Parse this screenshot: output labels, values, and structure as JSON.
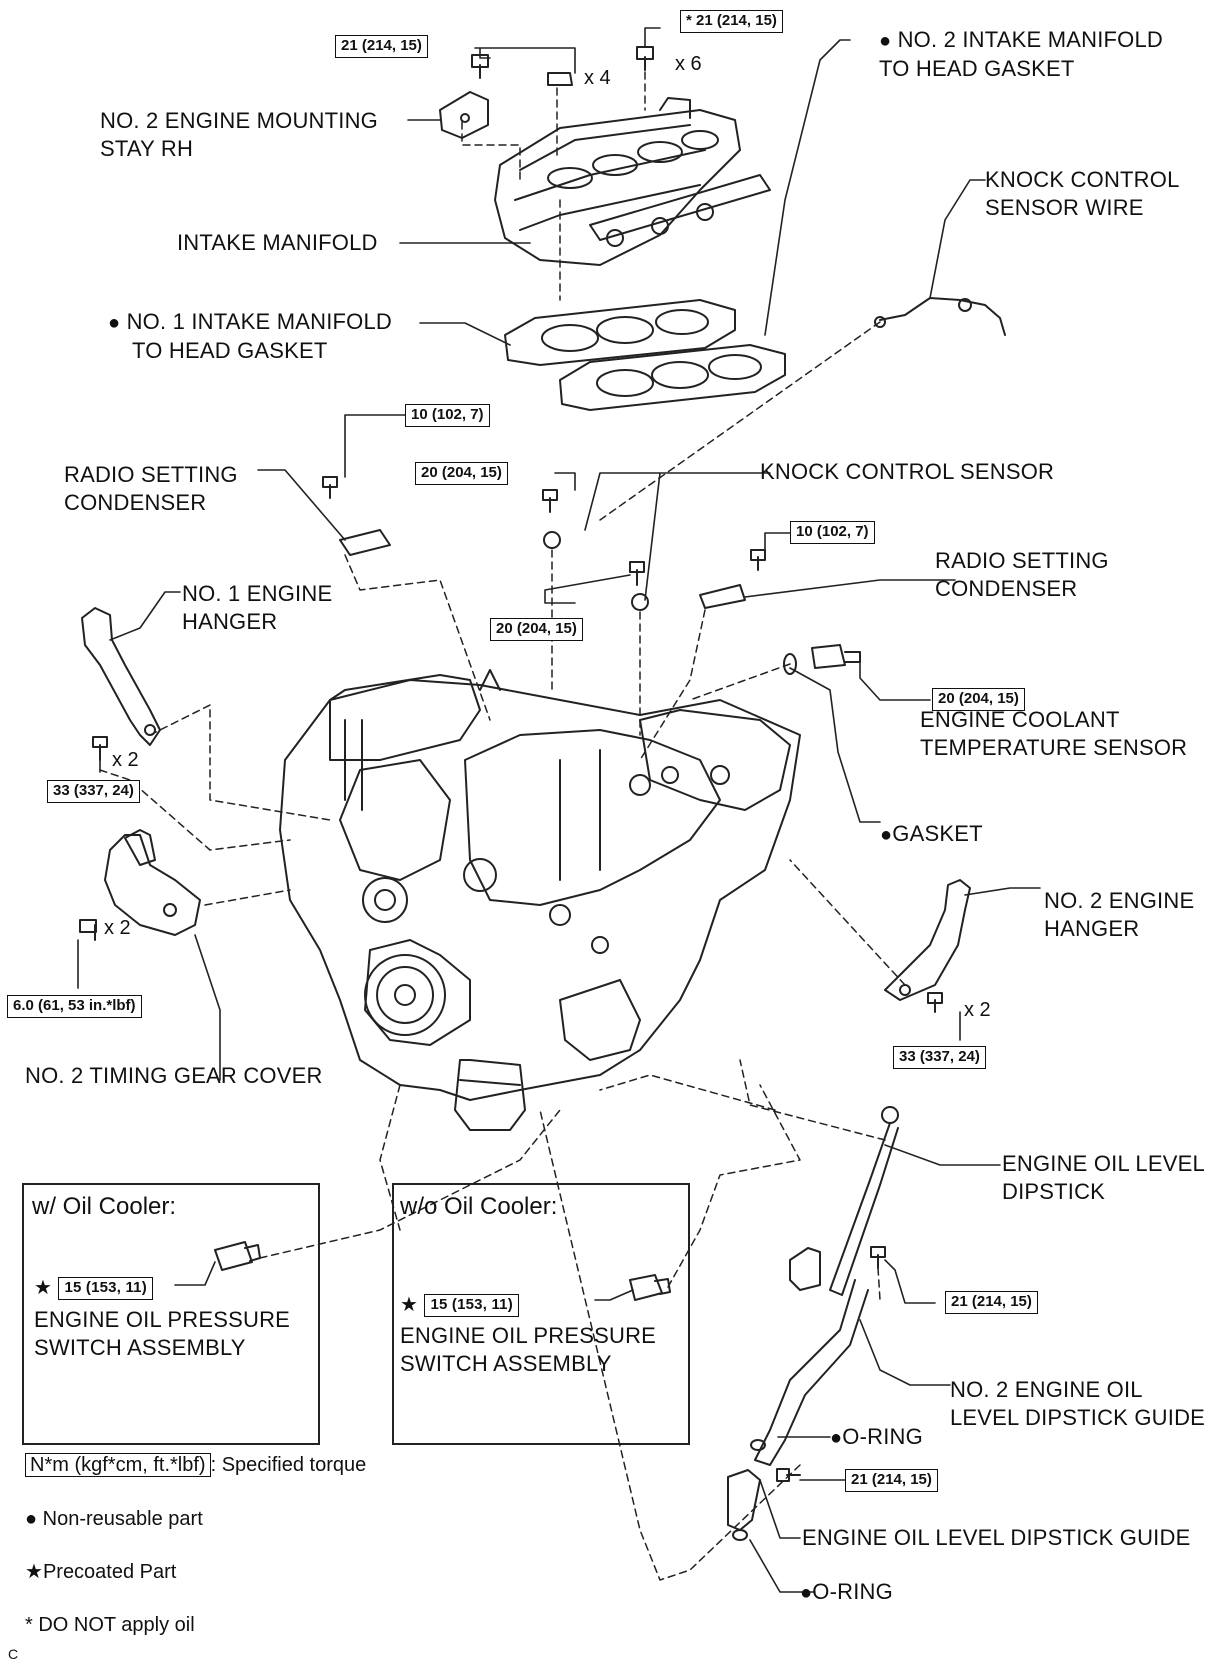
{
  "labels": {
    "no2_intake_gasket": [
      "NO. 2 INTAKE MANIFOLD",
      "TO HEAD GASKET"
    ],
    "engine_mounting_stay": [
      "NO. 2 ENGINE MOUNTING",
      "STAY RH"
    ],
    "knock_control_sensor_wire": [
      "KNOCK CONTROL",
      "SENSOR WIRE"
    ],
    "intake_manifold": "INTAKE MANIFOLD",
    "no1_intake_gasket": [
      "NO. 1 INTAKE MANIFOLD",
      "TO HEAD GASKET"
    ],
    "radio_setting_condenser_left": [
      "RADIO SETTING",
      "CONDENSER"
    ],
    "knock_control_sensor": "KNOCK CONTROL SENSOR",
    "radio_setting_condenser_right": [
      "RADIO SETTING",
      "CONDENSER"
    ],
    "no1_engine_hanger": [
      "NO. 1 ENGINE",
      "HANGER"
    ],
    "engine_coolant_temp_sensor": [
      "ENGINE COOLANT",
      "TEMPERATURE SENSOR"
    ],
    "gasket": "GASKET",
    "no2_engine_hanger": [
      "NO. 2 ENGINE",
      "HANGER"
    ],
    "no2_timing_gear_cover": "NO. 2 TIMING GEAR COVER",
    "engine_oil_level_dipstick": [
      "ENGINE OIL LEVEL",
      "DIPSTICK"
    ],
    "no2_dipstick_guide": [
      "NO. 2 ENGINE OIL",
      "LEVEL DIPSTICK GUIDE"
    ],
    "o_ring_upper": "O-RING",
    "dipstick_guide": "ENGINE OIL LEVEL DIPSTICK GUIDE",
    "o_ring_lower": "O-RING",
    "oil_pressure_switch_a": [
      "ENGINE OIL PRESSURE",
      "SWITCH ASSEMBLY"
    ],
    "oil_pressure_switch_b": [
      "ENGINE OIL PRESSURE",
      "SWITCH ASSEMBLY"
    ]
  },
  "torques": {
    "intake_stay": "21 (214, 15)",
    "intake_top_star": "21 (214, 15)",
    "radio_left": "10 (102, 7)",
    "knock_upper": "20 (204, 15)",
    "knock_lower": "20 (204, 15)",
    "radio_right": "10 (102, 7)",
    "coolant_sensor": "20 (204, 15)",
    "hanger1": "33 (337, 24)",
    "timing_cover": "6.0 (61, 53 in.*lbf)",
    "hanger2": "33 (337, 24)",
    "dipstick_guide_upper": "21 (214, 15)",
    "dipstick_guide_lower": "21 (214, 15)",
    "oil_switch_a": "15 (153, 11)",
    "oil_switch_b": "15 (153, 11)"
  },
  "quantities": {
    "nut_intake": "x 4",
    "bolt_intake": "x 6",
    "hanger1": "x 2",
    "timing_cover": "x 2",
    "hanger2": "x 2"
  },
  "marks": {
    "non_reusable": "●",
    "precoated": "★",
    "no_oil": "*"
  },
  "boxes": {
    "with_cooler": "w/ Oil Cooler:",
    "without_cooler": "w/o Oil Cooler:"
  },
  "legend": {
    "torque_key": "N*m (kgf*cm, ft.*lbf)",
    "torque_text": ": Specified torque",
    "non_reusable": "Non-reusable part",
    "precoated": "Precoated Part",
    "no_oil": "* DO NOT apply oil"
  },
  "corner_mark": "C"
}
